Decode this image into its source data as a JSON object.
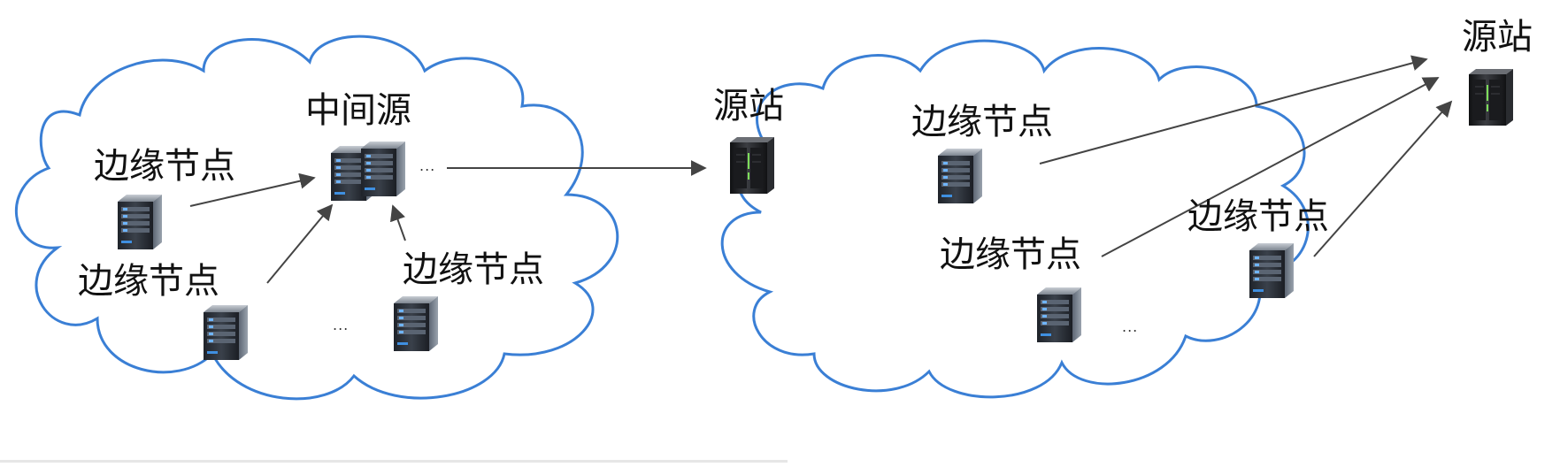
{
  "left_diagram": {
    "labels": {
      "intermediate_origin": "中间源",
      "origin_station": "源站",
      "edge_top_left": "边缘节点",
      "edge_mid_left": "边缘节点",
      "edge_right": "边缘节点"
    },
    "ellipsis_top": "...",
    "ellipsis_bottom": "..."
  },
  "right_diagram": {
    "labels": {
      "origin_station": "源站",
      "edge_top": "边缘节点",
      "edge_mid": "边缘节点",
      "edge_right": "边缘节点"
    },
    "ellipsis_bottom": "..."
  },
  "colors": {
    "cloud_outline": "#3a7fd5",
    "arrow": "#444444",
    "server_body": "#2b2f36",
    "origin_server": "#1e1e1e"
  },
  "icons": {
    "edge_server": "server-tower-icon",
    "origin_server": "mainframe-server-icon"
  }
}
